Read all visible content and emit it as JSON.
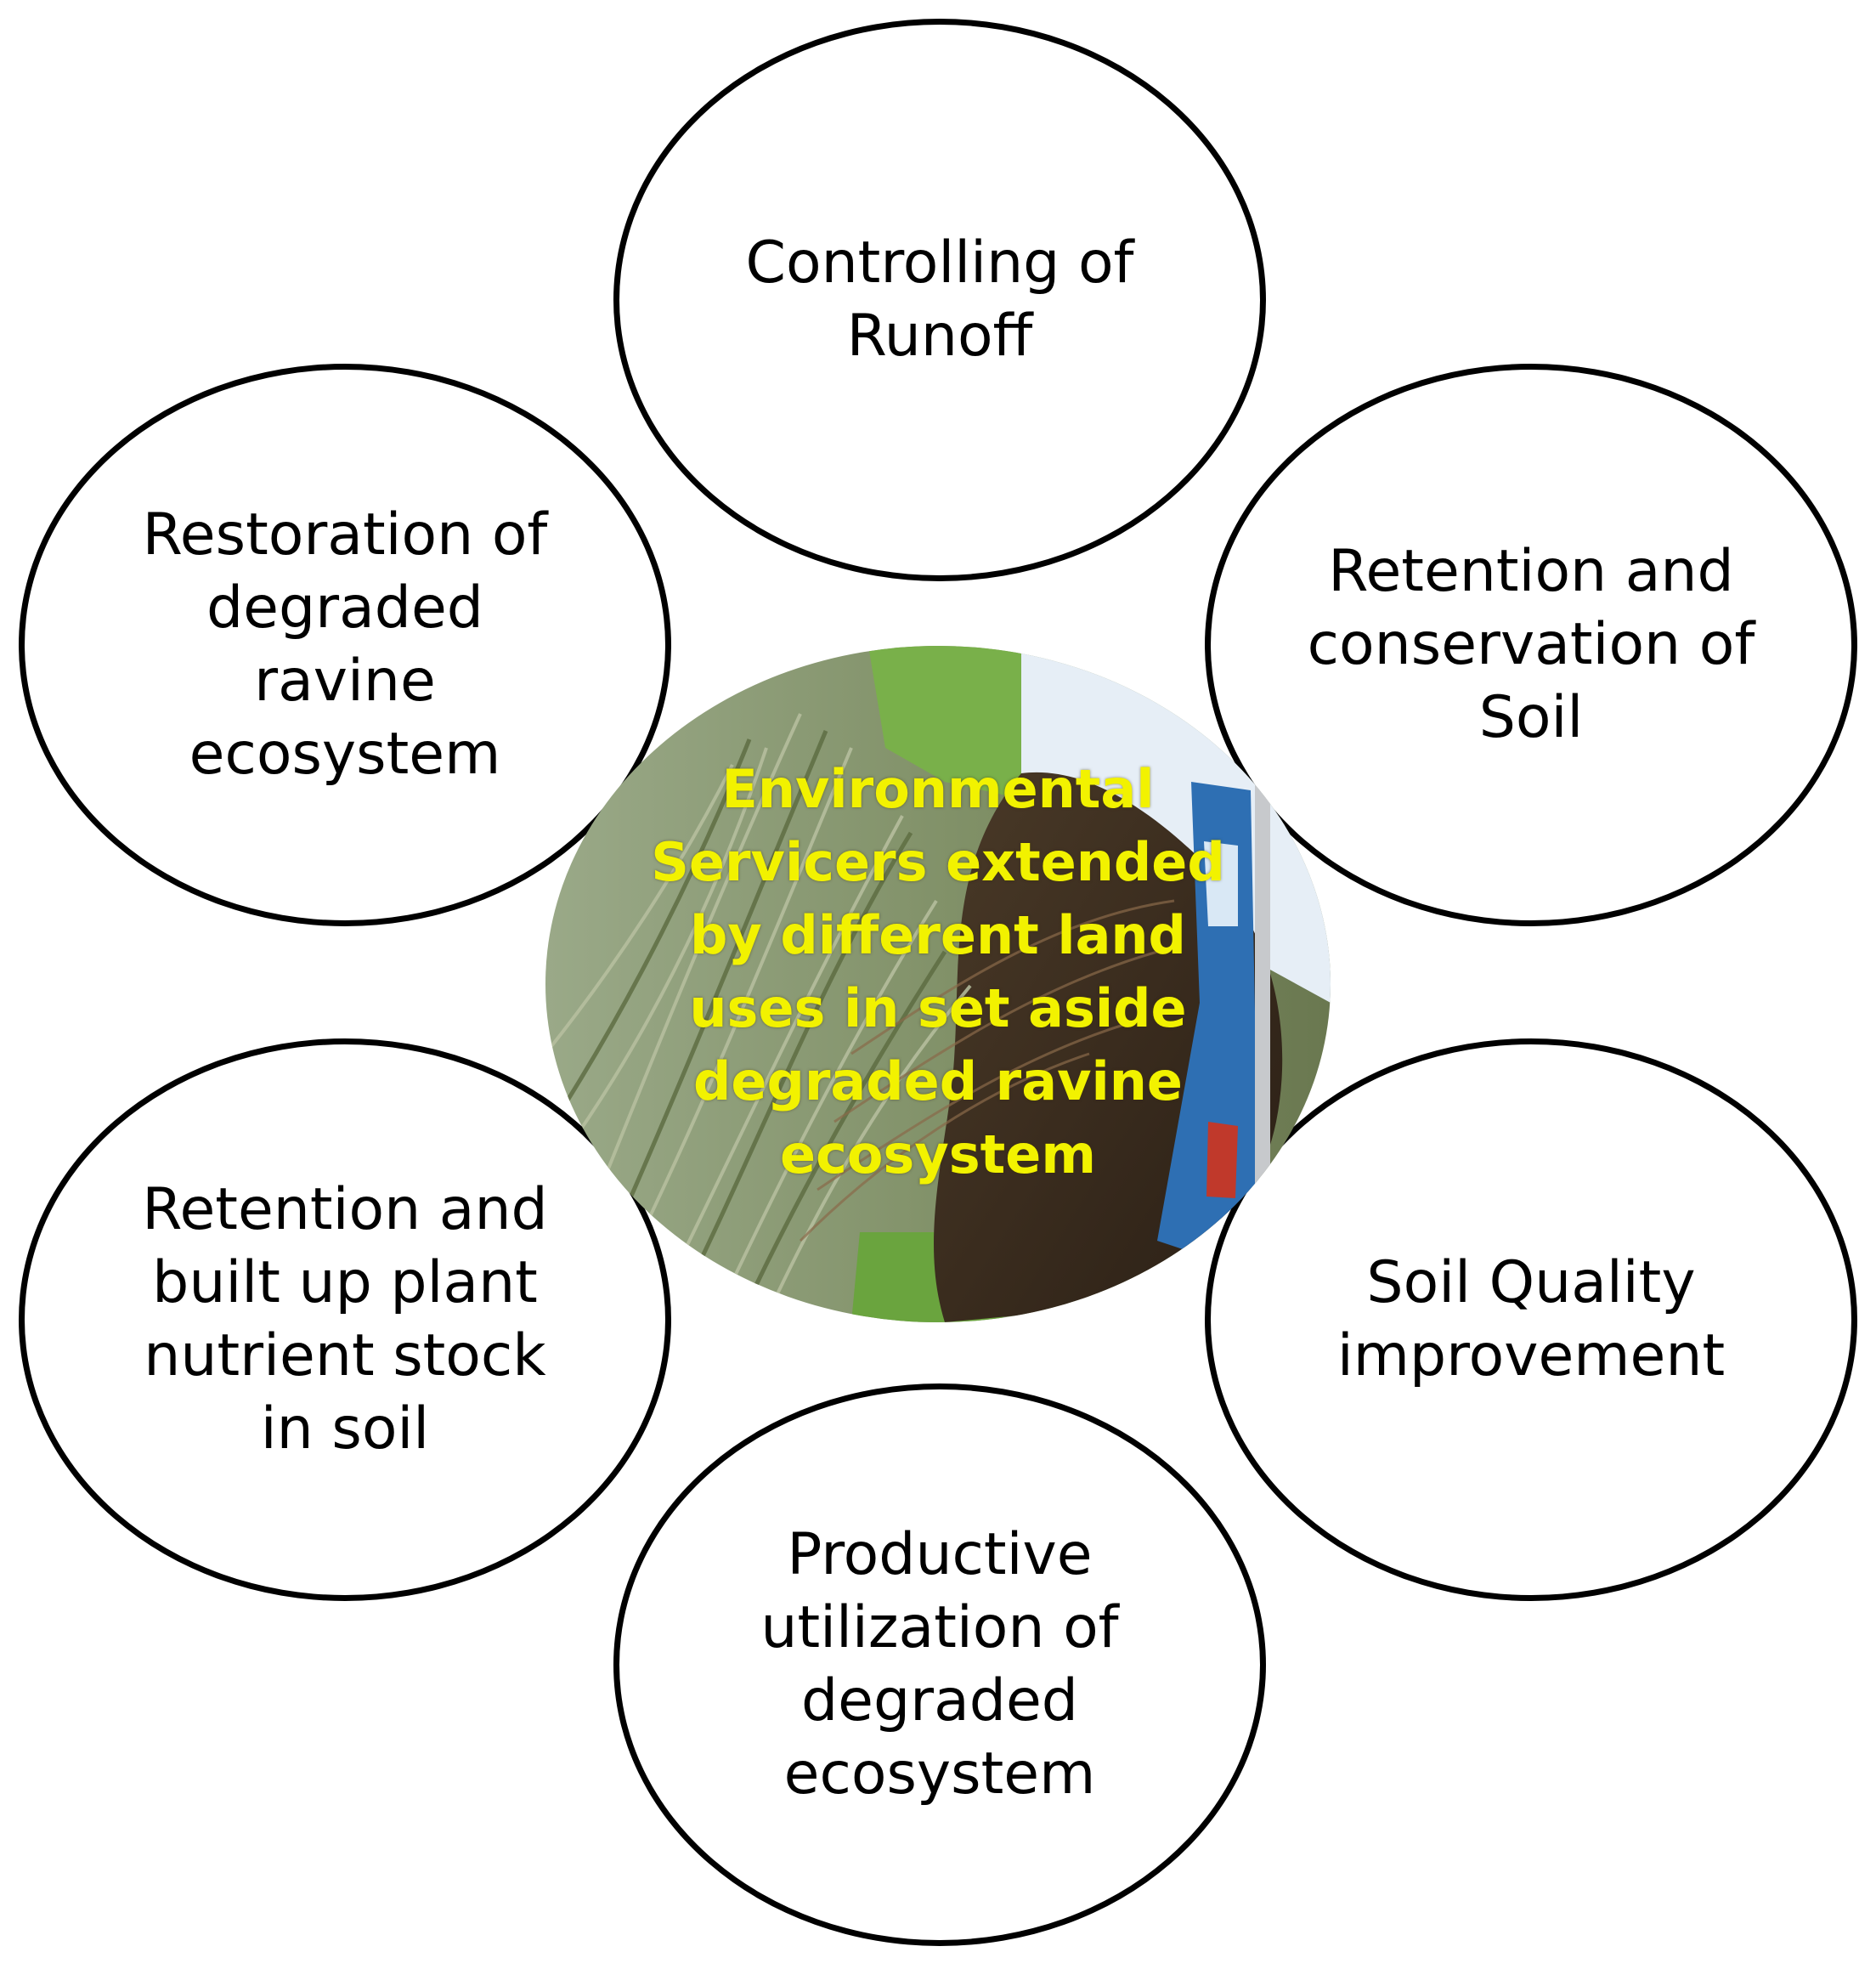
{
  "diagram": {
    "center": {
      "label": "Environmental\nServicers extended\nby different land\nuses in set aside\ndegraded ravine\necosystem",
      "background": "photo of grasses and ravine soil"
    },
    "nodes": {
      "top": "Controlling of\nRunoff",
      "top_left": "Restoration of\ndegraded\nravine\necosystem",
      "top_right": "Retention and\nconservation of\nSoil",
      "bottom_left": "Retention and\nbuilt up plant\nnutrient stock\nin soil",
      "bottom_right": "Soil Quality\nimprovement",
      "bottom": "Productive\nutilization of\ndegraded\necosystem"
    },
    "colors": {
      "outline": "#000000",
      "center_text": "#f2f200"
    }
  }
}
